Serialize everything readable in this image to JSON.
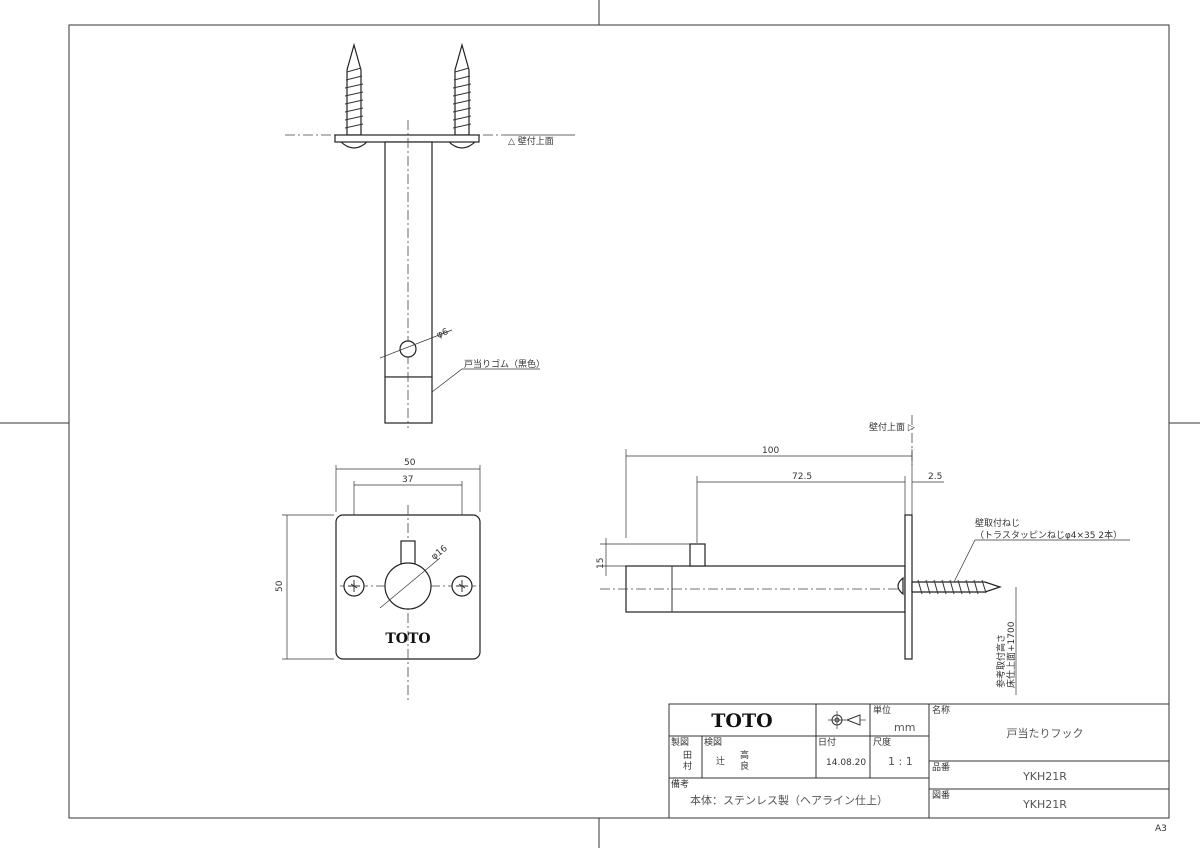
{
  "title_block": {
    "brand": "TOTO",
    "unit_label": "単位",
    "unit_value": "mm",
    "name_label": "名称",
    "product_name": "戸当たりフック",
    "drawn_label": "製図",
    "drawn_by": [
      "田",
      "村"
    ],
    "checked_label": "検図",
    "checked_by": [
      "辻",
      "高",
      "良"
    ],
    "date_label": "日付",
    "date_value": "14.08.20",
    "scale_label": "尺度",
    "scale_value": "1 : 1",
    "remarks_label": "備考",
    "remarks": "本体：ステンレス製（ヘアライン仕上）",
    "part_no_label": "品番",
    "part_no": "YKH21R",
    "drawing_no_label": "図番",
    "drawing_no": "YKH21R",
    "sheet_size": "A3"
  },
  "views": {
    "top": {
      "wall_surface_note": "△ 壁付上面",
      "hole_dia": "φ6",
      "rubber_note": "戸当りゴム（黒色）"
    },
    "front": {
      "width_dim": "50",
      "hole_pitch_dim": "37",
      "height_dim": "50",
      "center_dia": "φ16",
      "logo": "TOTO"
    },
    "side": {
      "wall_surface_note": "壁付上面 ▷",
      "length_dim": "100",
      "pin_dim": "72.5",
      "plate_thickness_dim": "2.5",
      "pin_height_dim": "15",
      "screw_note_1": "壁取付ねじ",
      "screw_note_2": "（トラスタッピンねじφ4×35 2本）",
      "install_note_1": "参考取付高さ",
      "install_note_2": "床仕上面+1700"
    }
  }
}
